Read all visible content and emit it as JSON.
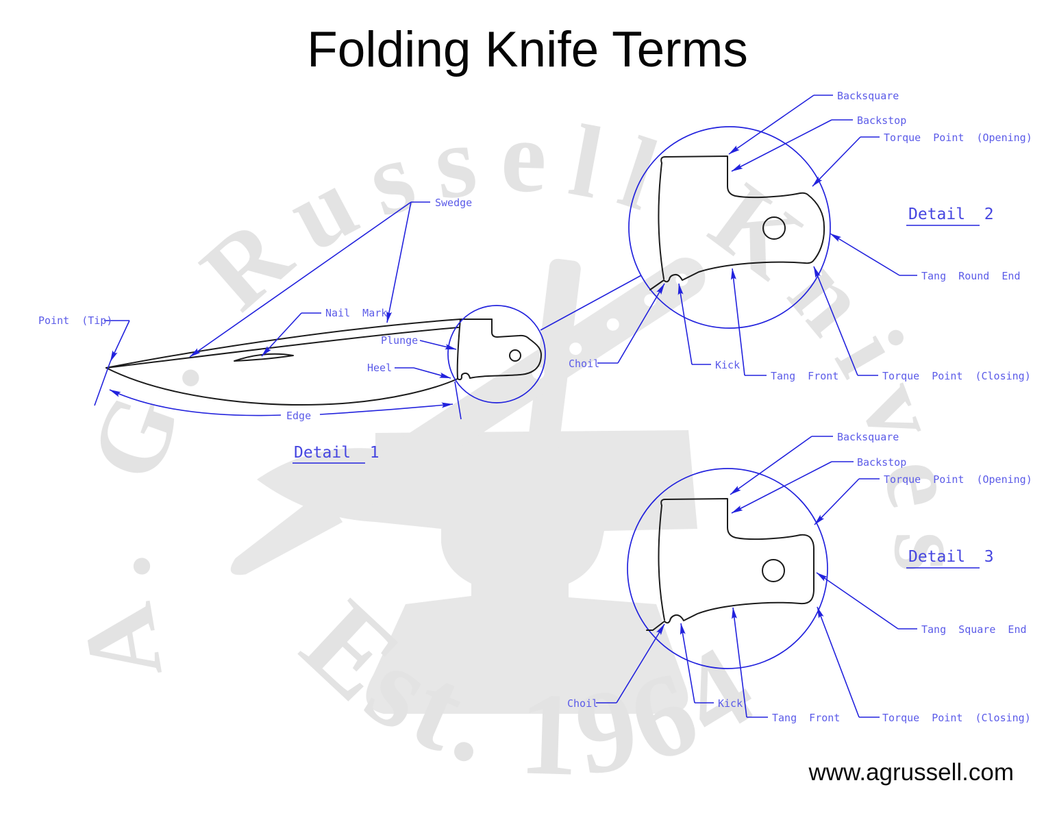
{
  "title": "Folding Knife Terms",
  "website": "www.agrussell.com",
  "colors": {
    "leader_line_blue": "#2222dd",
    "label_text_blue": "#5b5be8",
    "drawing_black": "#1b1b1b",
    "watermark_gray": "#e3e3e3"
  },
  "watermark": {
    "ring_text": "A. G. Russell Knives",
    "est_text": "Est. 1964",
    "logo_icon": "anvil-and-knife-logo"
  },
  "detail1": {
    "title": "Detail  1",
    "labels": {
      "point_tip": "Point  (Tip)",
      "swedge": "Swedge",
      "nail_mark": "Nail  Mark",
      "plunge": "Plunge",
      "heel": "Heel",
      "edge": "Edge"
    }
  },
  "detail2": {
    "title": "Detail  2",
    "labels": {
      "backsquare": "Backsquare",
      "backstop": "Backstop",
      "torque_opening": "Torque  Point  (Opening)",
      "tang_round_end": "Tang  Round  End",
      "torque_closing": "Torque  Point  (Closing)",
      "tang_front": "Tang  Front",
      "kick": "Kick",
      "choil": "Choil"
    }
  },
  "detail3": {
    "title": "Detail  3",
    "labels": {
      "backsquare": "Backsquare",
      "backstop": "Backstop",
      "torque_opening": "Torque  Point  (Opening)",
      "tang_square_end": "Tang  Square  End",
      "torque_closing": "Torque  Point  (Closing)",
      "tang_front": "Tang  Front",
      "kick": "Kick",
      "choil": "Choil"
    }
  }
}
